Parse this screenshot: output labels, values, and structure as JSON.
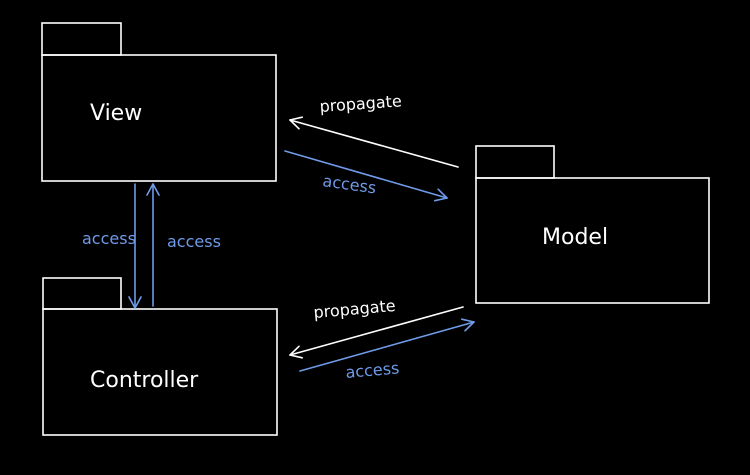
{
  "colors": {
    "background": "#000000",
    "package_stroke": "#ffffff",
    "package_text": "#ffffff",
    "propagate": "#ffffff",
    "access": "#6f9be8"
  },
  "packages": {
    "view": {
      "label": "View"
    },
    "model": {
      "label": "Model"
    },
    "controller": {
      "label": "Controller"
    }
  },
  "edges": {
    "view_to_model": {
      "label": "access",
      "from": "View",
      "to": "Model",
      "kind": "access"
    },
    "model_to_view": {
      "label": "propagate",
      "from": "Model",
      "to": "View",
      "kind": "propagate"
    },
    "view_to_controller": {
      "label": "access",
      "from": "View",
      "to": "Controller",
      "kind": "access"
    },
    "controller_to_view": {
      "label": "access",
      "from": "Controller",
      "to": "View",
      "kind": "access"
    },
    "model_to_controller": {
      "label": "propagate",
      "from": "Model",
      "to": "Controller",
      "kind": "propagate"
    },
    "controller_to_model": {
      "label": "access",
      "from": "Controller",
      "to": "Model",
      "kind": "access"
    }
  }
}
